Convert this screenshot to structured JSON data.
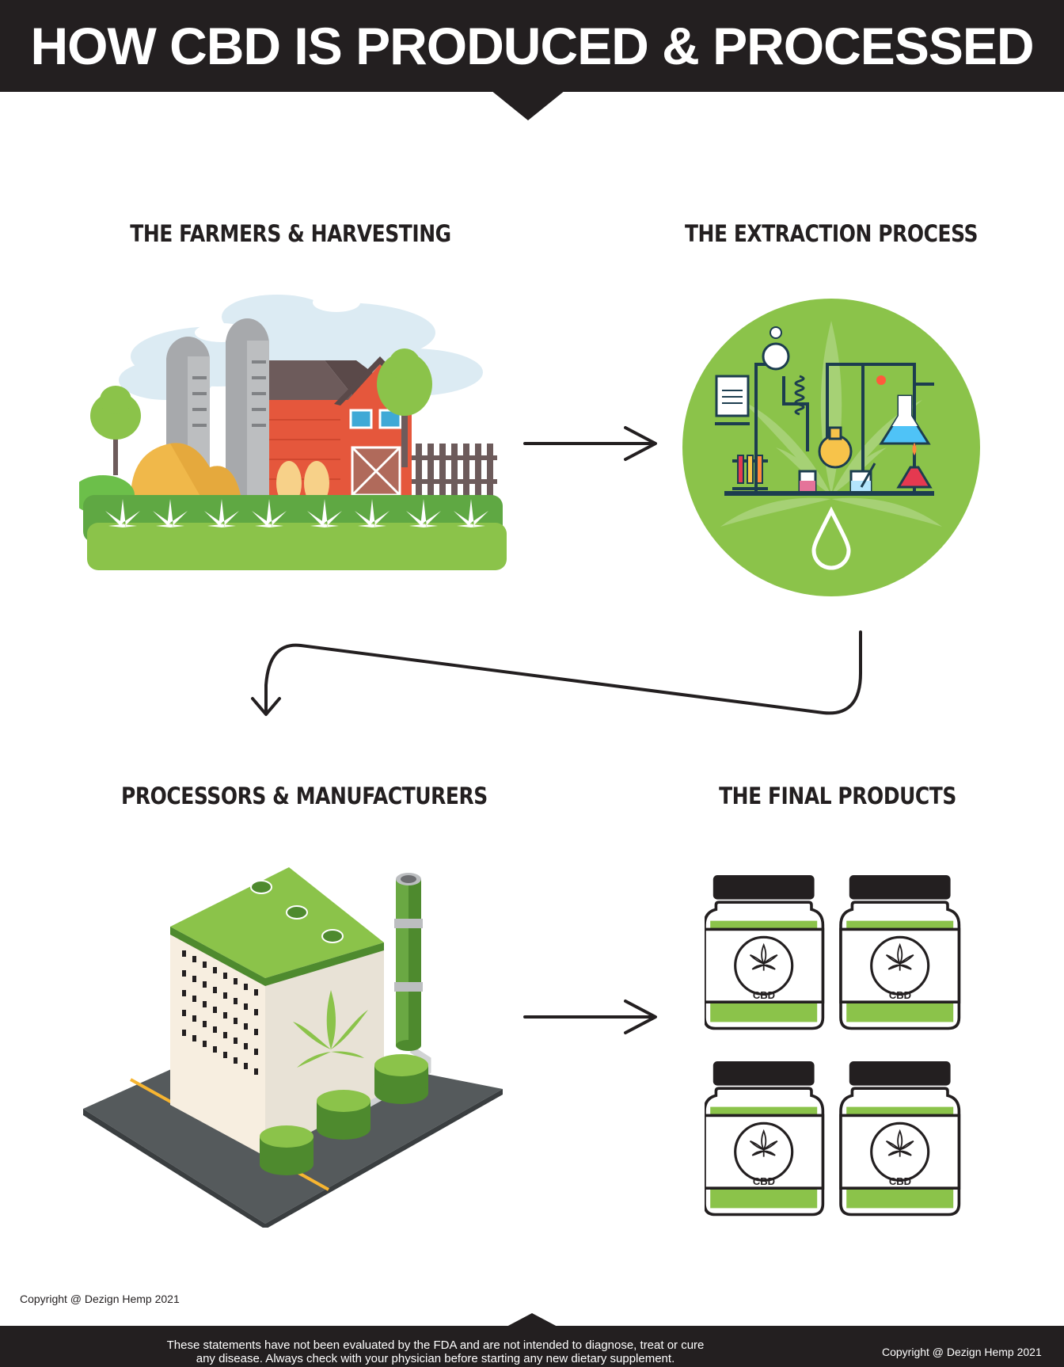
{
  "header": {
    "title": "HOW CBD IS PRODUCED & PROCESSED"
  },
  "steps": [
    {
      "heading": "THE FARMERS & HARVESTING"
    },
    {
      "heading": "THE EXTRACTION PROCESS"
    },
    {
      "heading": "PROCESSORS & MANUFACTURERS"
    },
    {
      "heading": "THE FINAL PRODUCTS"
    }
  ],
  "products": {
    "jar_label": "CBD"
  },
  "footer": {
    "copyright_left": "Copyright @ Dezign Hemp 2021",
    "disclaimer_line1": "These statements have not been evaluated by the FDA and are not intended to diagnose, treat or cure",
    "disclaimer_line2": "any disease. Always check with your physician before starting any new dietary supplement.",
    "copyright_right": "Copyright @ Dezign Hemp 2021"
  },
  "colors": {
    "dark": "#231f20",
    "green": "#8bc34a",
    "dark_green": "#4e8a2e",
    "barn_red": "#e5573c",
    "asphalt": "#555a5c"
  },
  "icons": [
    "farm-icon",
    "lab-icon",
    "factory-icon",
    "cbd-jar-icon",
    "hemp-leaf-icon",
    "right-arrow-icon",
    "curved-down-arrow-icon"
  ]
}
